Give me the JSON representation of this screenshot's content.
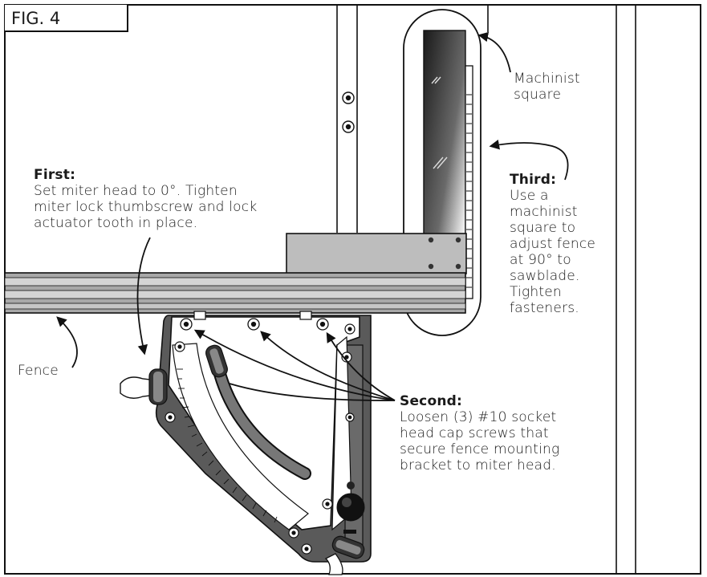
{
  "figure": {
    "label": "FIG. 4"
  },
  "callouts": {
    "first": {
      "heading": "First:",
      "body": "Set miter head to 0°. Tighten\nmiter lock thumbscrew and lock\nactuator tooth in place."
    },
    "second": {
      "heading": "Second:",
      "body": "Loosen (3) #10 socket\nhead cap screws that\nsecure fence mounting\nbracket to miter head."
    },
    "third": {
      "heading": "Third:",
      "body": "Use a\nmachinist\nsquare to\nadjust fence\nat 90° to\nsawblade.\nTighten\nfasteners."
    },
    "machinist_square": {
      "text": "Machinist\nsquare"
    },
    "fence": {
      "text": "Fence"
    }
  },
  "colors": {
    "line": "#111111",
    "shade": "#555555",
    "metal_light": "#bdbdbd",
    "metal_mid": "#9a9a9a"
  }
}
